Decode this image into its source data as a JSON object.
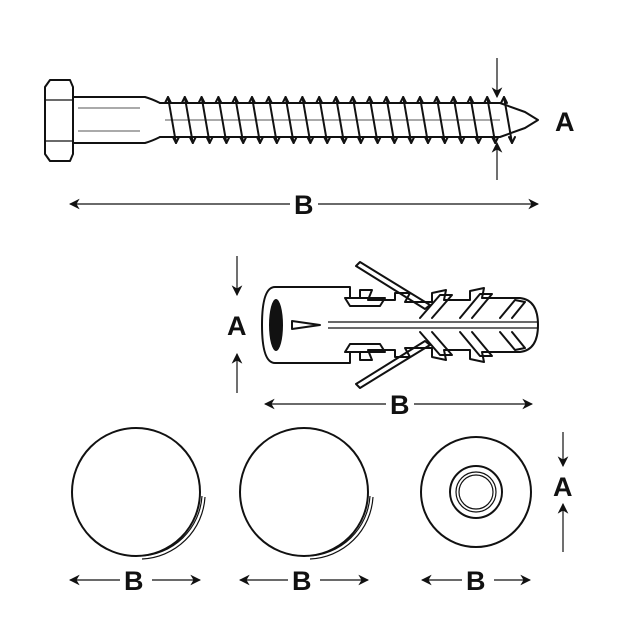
{
  "labels": {
    "screw_diameter": "A",
    "screw_length": "B",
    "plug_diameter": "A",
    "plug_length": "B",
    "cap1_diameter": "B",
    "cap2_diameter": "B",
    "washer_diameter": "B",
    "washer_height": "A"
  },
  "colors": {
    "line": "#111111",
    "background": "#ffffff"
  },
  "icons": {
    "screw": "hex-lag-screw-icon",
    "plug": "wall-plug-icon",
    "cap": "cover-cap-icon",
    "washer": "washer-icon"
  }
}
